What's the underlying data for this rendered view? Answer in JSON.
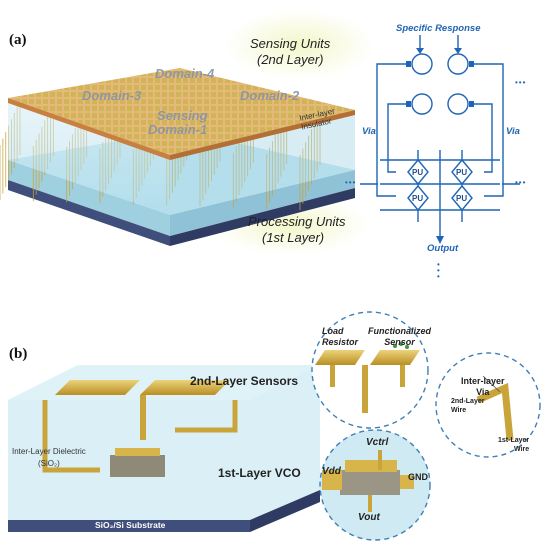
{
  "panel_a": {
    "label": "(a)",
    "sensing_units_line1": "Sensing Units",
    "sensing_units_line2": "(2nd Layer)",
    "processing_units_line1": "Processing Units",
    "processing_units_line2": "(1st Layer)",
    "insulator_line1": "Inter-layer",
    "insulator_line2": "Insulator",
    "domains": [
      "Domain-4",
      "Domain-3",
      "Domain-2",
      "Sensing",
      "Domain-1"
    ]
  },
  "circuit": {
    "specific_response": "Specific Response",
    "via_left": "Via",
    "via_right": "Via",
    "output": "Output",
    "pu_labels": [
      "PU",
      "PU",
      "PU",
      "PU"
    ],
    "ellipsis": "•••",
    "vertical_ellipsis": "•\n•\n•"
  },
  "panel_b": {
    "label": "(b)",
    "sensors_label": "2nd-Layer Sensors",
    "vco_label": "1st-Layer VCO",
    "dielectric_line1": "Inter-Layer Dielectric",
    "dielectric_line2": "(SiO₂)",
    "substrate": "SiO₂/Si Substrate",
    "load_resistor_line1": "Load",
    "load_resistor_line2": "Resistor",
    "functionalized_line1": "Functionalized",
    "functionalized_line2": "Sensor",
    "via_line1": "Inter-layer",
    "via_line2": "Via",
    "wire2_line1": "2nd-Layer",
    "wire2_line2": "Wire",
    "wire1_line1": "1st-Layer",
    "wire1_line2": "Wire",
    "vctrl": "Vctrl",
    "vdd": "Vdd",
    "gnd": "GND",
    "vout": "Vout"
  },
  "colors": {
    "circuit_blue": "#1f64b5",
    "gold": "#c9a43a",
    "glass": "#bfe3ee",
    "substrate": "#3f4e7a"
  }
}
